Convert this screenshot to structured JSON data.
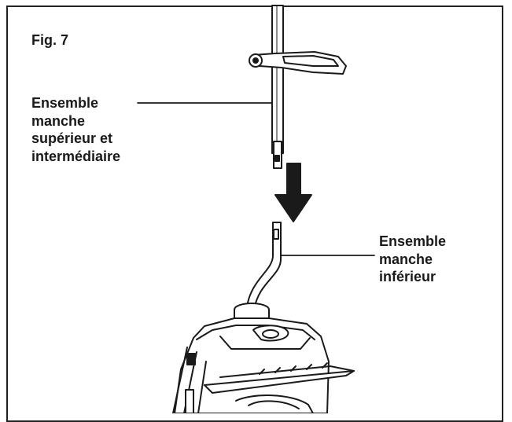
{
  "figure": {
    "title": "Fig. 7",
    "upper_label": [
      "Ensemble",
      "manche",
      "supérieur et",
      "intermédiaire"
    ],
    "lower_label": [
      "Ensemble",
      "manche",
      "inférieur"
    ]
  },
  "colors": {
    "ink": "#1a1a1a",
    "background": "#ffffff"
  }
}
